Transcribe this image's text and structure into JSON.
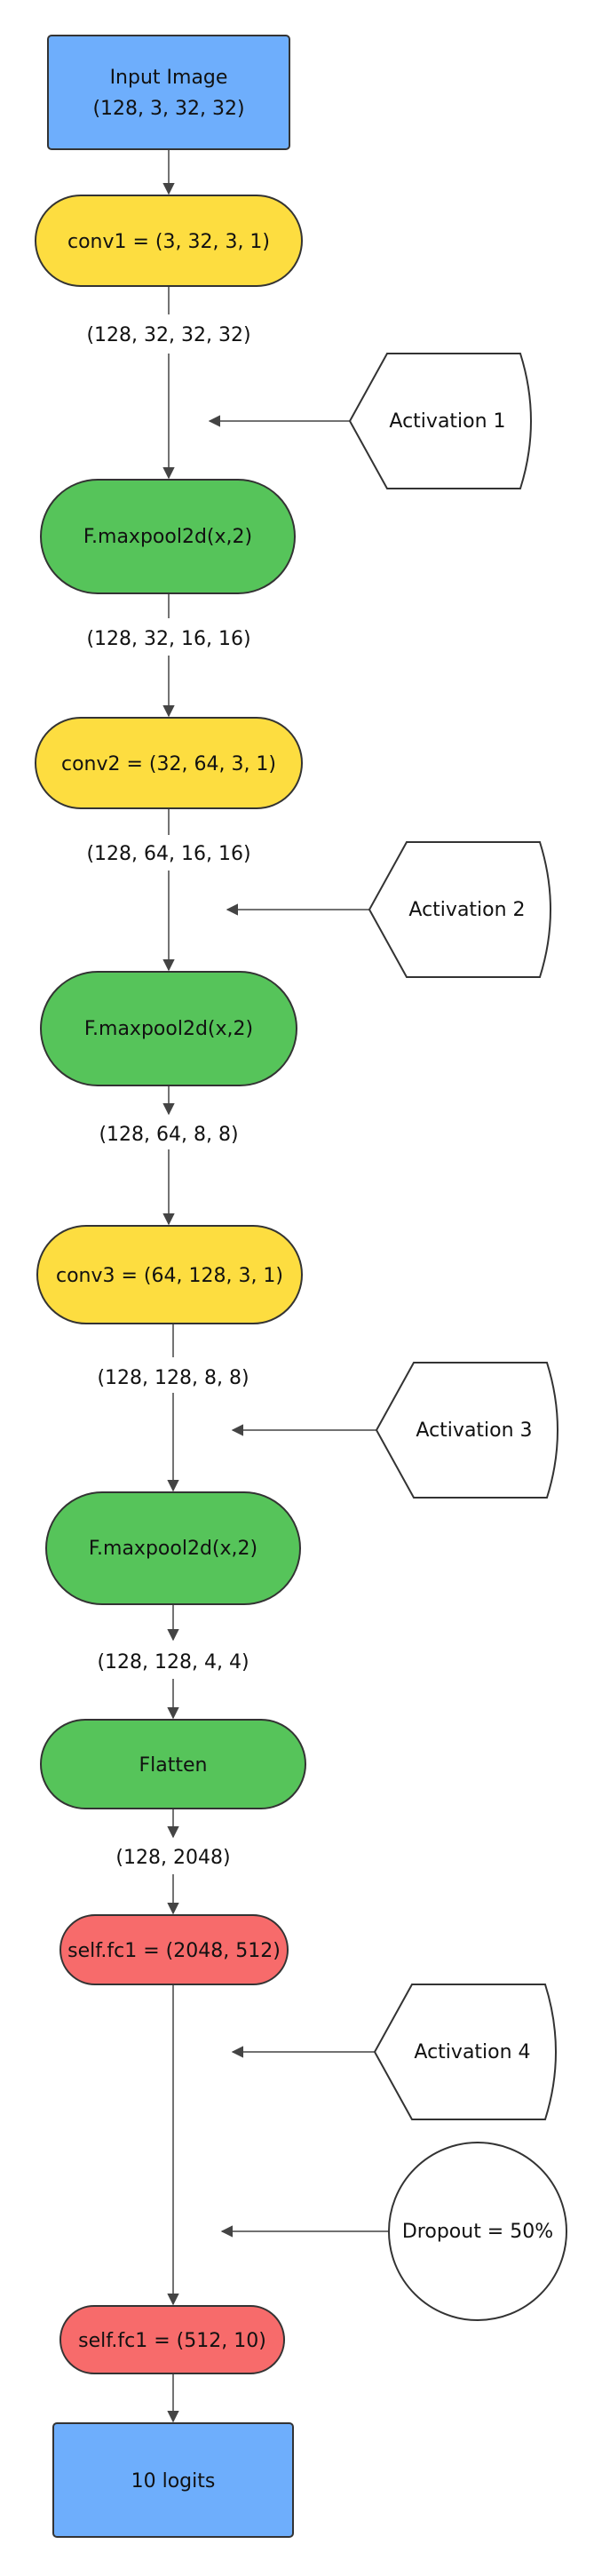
{
  "title": "",
  "colors": {
    "input_output": "#6eaefc",
    "conv": "#fddd40",
    "pool": "#56c45a",
    "linear": "#f76b6b",
    "outline": "#333333",
    "arrow": "#444444",
    "side_fill": "#ffffff"
  },
  "nodes": {
    "input_line1": "Input Image",
    "input_line2": "(128, 3, 32, 32)",
    "conv1": "conv1 = (3, 32, 3, 1)",
    "pool1": "F.maxpool2d(x,2)",
    "conv2": "conv2 = (32, 64, 3, 1)",
    "pool2": "F.maxpool2d(x,2)",
    "conv3": "conv3 = (64, 128, 3, 1)",
    "pool3": "F.maxpool2d(x,2)",
    "flatten": "Flatten",
    "fc1": "self.fc1 = (2048, 512)",
    "fc2": "self.fc1 = (512, 10)",
    "output": "10 logits"
  },
  "shapes": {
    "after_conv1": "(128, 32, 32, 32)",
    "after_pool1": "(128, 32, 16, 16)",
    "after_conv2": "(128, 64, 16, 16)",
    "after_pool2": "(128, 64, 8, 8)",
    "after_conv3": "(128, 128, 8, 8)",
    "after_pool3": "(128, 128, 4, 4)",
    "after_flatten": "(128, 2048)"
  },
  "side": {
    "activation1": "Activation 1",
    "activation2": "Activation 2",
    "activation3": "Activation 3",
    "activation4": "Activation 4",
    "dropout": "Dropout = 50%"
  }
}
